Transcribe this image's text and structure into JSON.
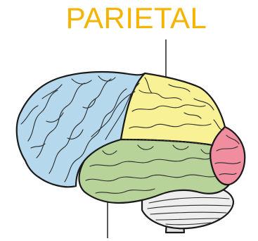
{
  "diagram": {
    "title": "PARIETAL",
    "title_color": "#f5b400",
    "lobes": [
      {
        "name": "frontal",
        "color": "#b5d8ec"
      },
      {
        "name": "parietal",
        "color": "#f8f196"
      },
      {
        "name": "occipital",
        "color": "#f08ea0"
      },
      {
        "name": "temporal",
        "color": "#b8d39a"
      },
      {
        "name": "cerebellum",
        "color": "#eeeeee"
      },
      {
        "name": "brainstem",
        "color": "#e2e2e2"
      }
    ]
  }
}
